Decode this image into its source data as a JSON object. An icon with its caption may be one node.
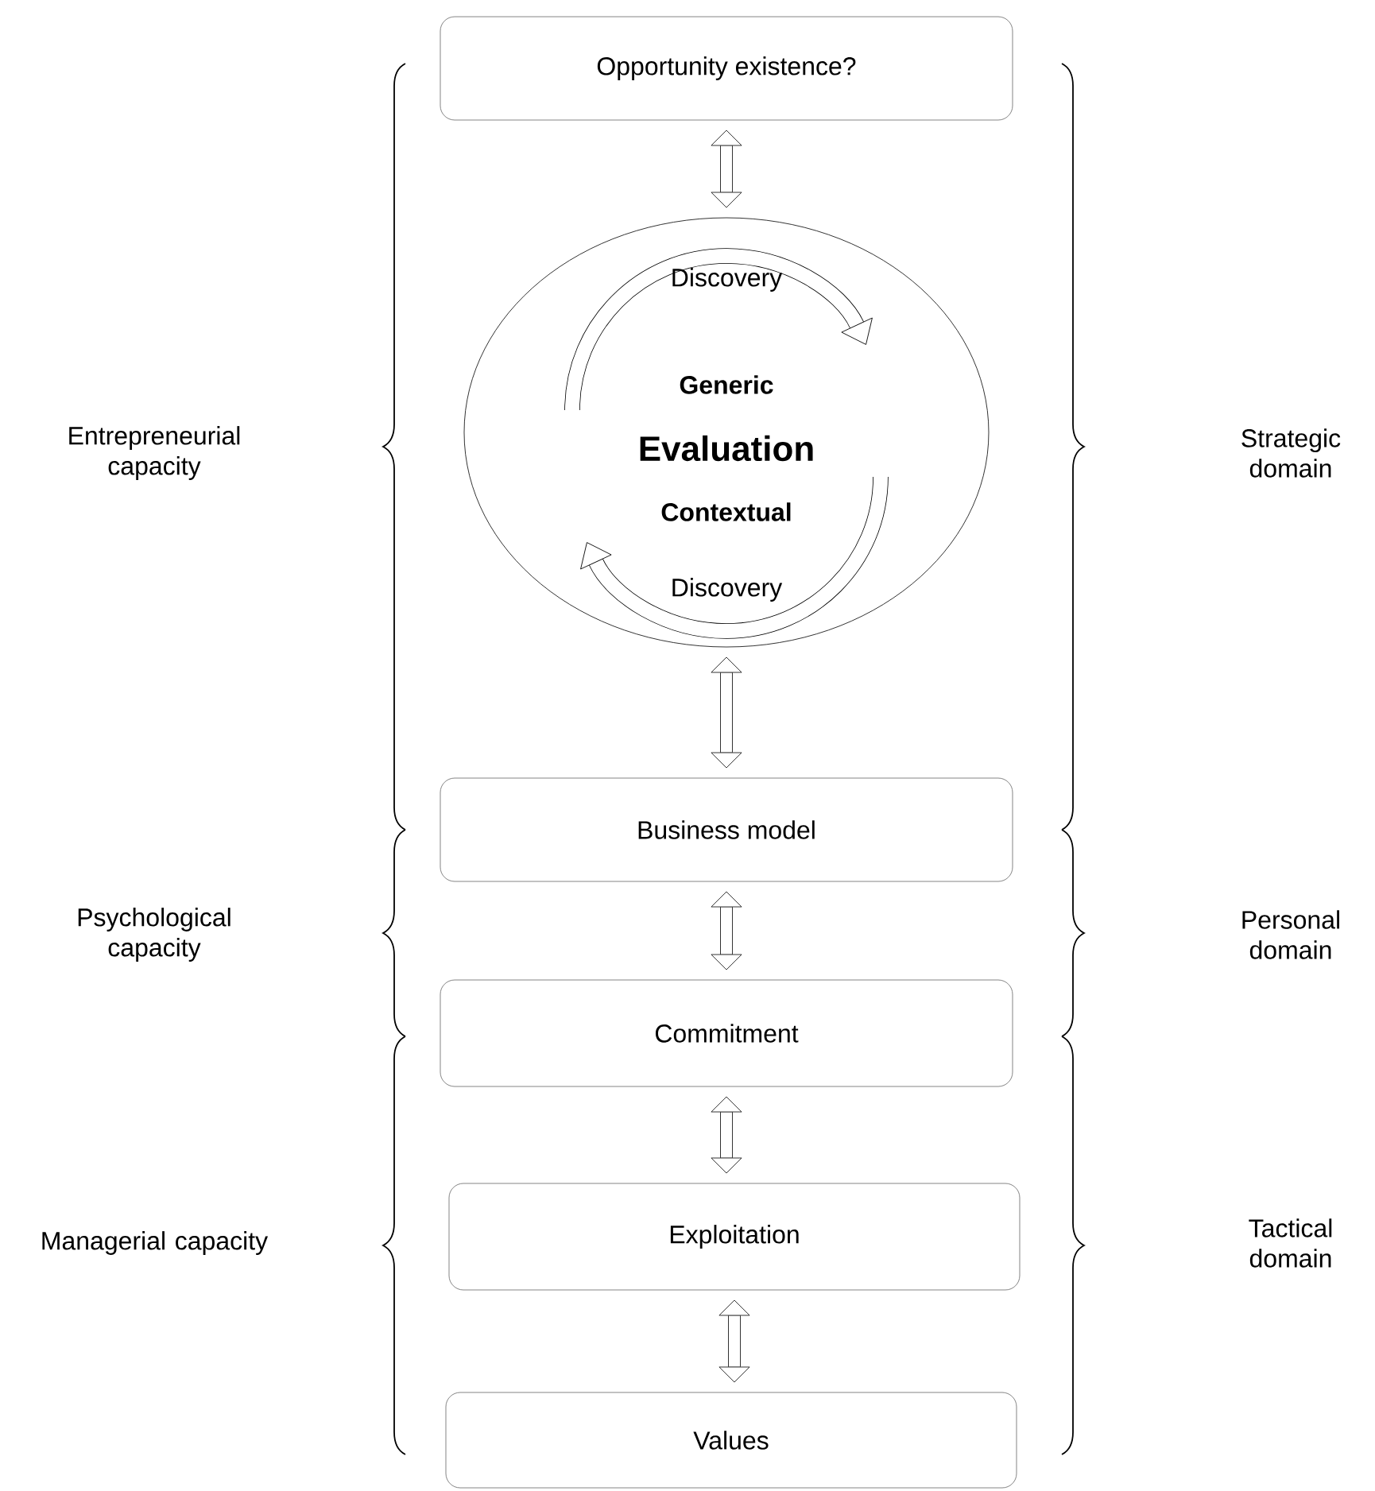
{
  "diagram": {
    "nodes": [
      {
        "text": [
          "Opportunity existence?"
        ]
      },
      {
        "text": [
          "Discovery",
          "Generic",
          "Evaluation",
          "Contextual",
          "Discovery"
        ]
      },
      {
        "text": [
          "Business model"
        ]
      },
      {
        "text": [
          "Commitment"
        ]
      },
      {
        "text": [
          "Exploitation"
        ]
      },
      {
        "text": [
          "Values"
        ]
      }
    ],
    "edges": [
      {
        "from": 0,
        "to": 1,
        "arrow": "both"
      },
      {
        "from": 1,
        "to": 2,
        "arrow": "both"
      },
      {
        "from": 2,
        "to": 3,
        "arrow": "both"
      },
      {
        "from": 3,
        "to": 4,
        "arrow": "both"
      },
      {
        "from": 4,
        "to": 5,
        "arrow": "both"
      }
    ],
    "labels": [
      "Entrepreneurial capacity",
      "Strategic domain",
      "Psychological capacity",
      "Personal domain",
      "Managerial capacity",
      "Tactical domain"
    ]
  }
}
